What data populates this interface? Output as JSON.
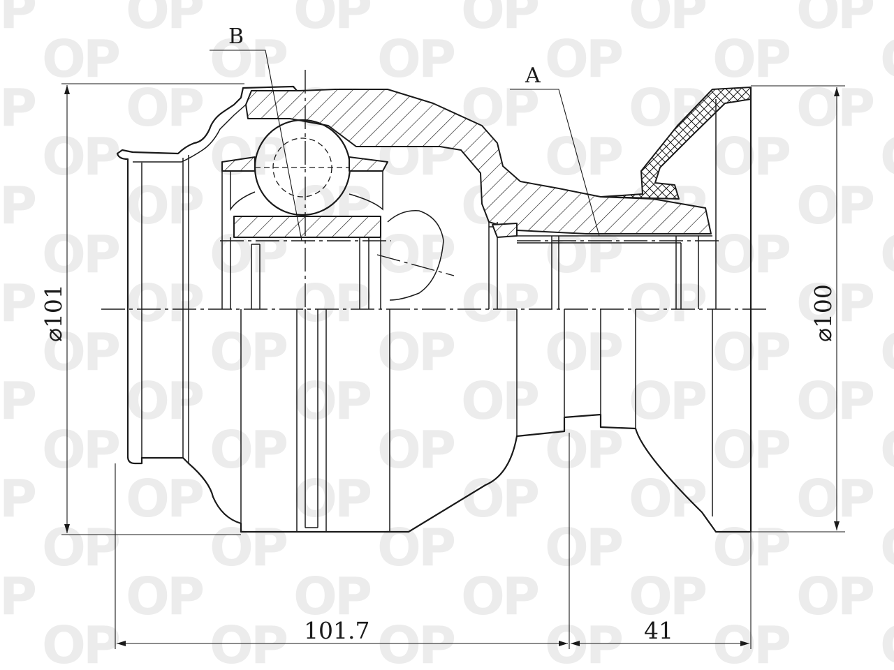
{
  "watermark": {
    "text": "OP"
  },
  "labels": {
    "callout_a": "A",
    "callout_b": "B"
  },
  "dimensions": {
    "diameter_left": "⌀101",
    "diameter_right": "⌀100",
    "overall_length": "101.7",
    "flange_length": "41"
  }
}
